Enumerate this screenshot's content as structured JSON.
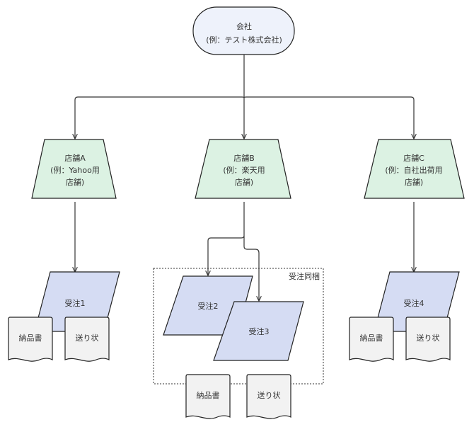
{
  "colors": {
    "company_fill": "#eef2fb",
    "store_fill": "#dcf2e3",
    "order_fill": "#d5dcf3",
    "doc_fill": "#f2f2f2",
    "stroke": "#222222",
    "text": "#333333",
    "connector": "#333333"
  },
  "company": {
    "lines": [
      "会社",
      "(例：テスト株式会社)"
    ]
  },
  "stores": [
    {
      "id": "A",
      "lines": [
        "店舗A",
        "(例：Yahoo用",
        "店舗)"
      ]
    },
    {
      "id": "B",
      "lines": [
        "店舗B",
        "(例：楽天用",
        "店舗)"
      ]
    },
    {
      "id": "C",
      "lines": [
        "店舗C",
        "(例：自社出荷用",
        "店舗)"
      ]
    }
  ],
  "orders": [
    {
      "id": "1",
      "label": "受注1"
    },
    {
      "id": "2",
      "label": "受注2"
    },
    {
      "id": "3",
      "label": "受注3"
    },
    {
      "id": "4",
      "label": "受注4"
    }
  ],
  "group": {
    "label": "受注同梱"
  },
  "documents": {
    "invoice_label": "納品書",
    "shipping_label": "送り状"
  },
  "edges": [
    {
      "from": "company",
      "to": "store-A"
    },
    {
      "from": "company",
      "to": "store-B"
    },
    {
      "from": "company",
      "to": "store-C"
    },
    {
      "from": "store-A",
      "to": "order-1"
    },
    {
      "from": "store-B",
      "to": "order-2"
    },
    {
      "from": "store-B",
      "to": "order-3"
    },
    {
      "from": "store-C",
      "to": "order-4"
    }
  ]
}
